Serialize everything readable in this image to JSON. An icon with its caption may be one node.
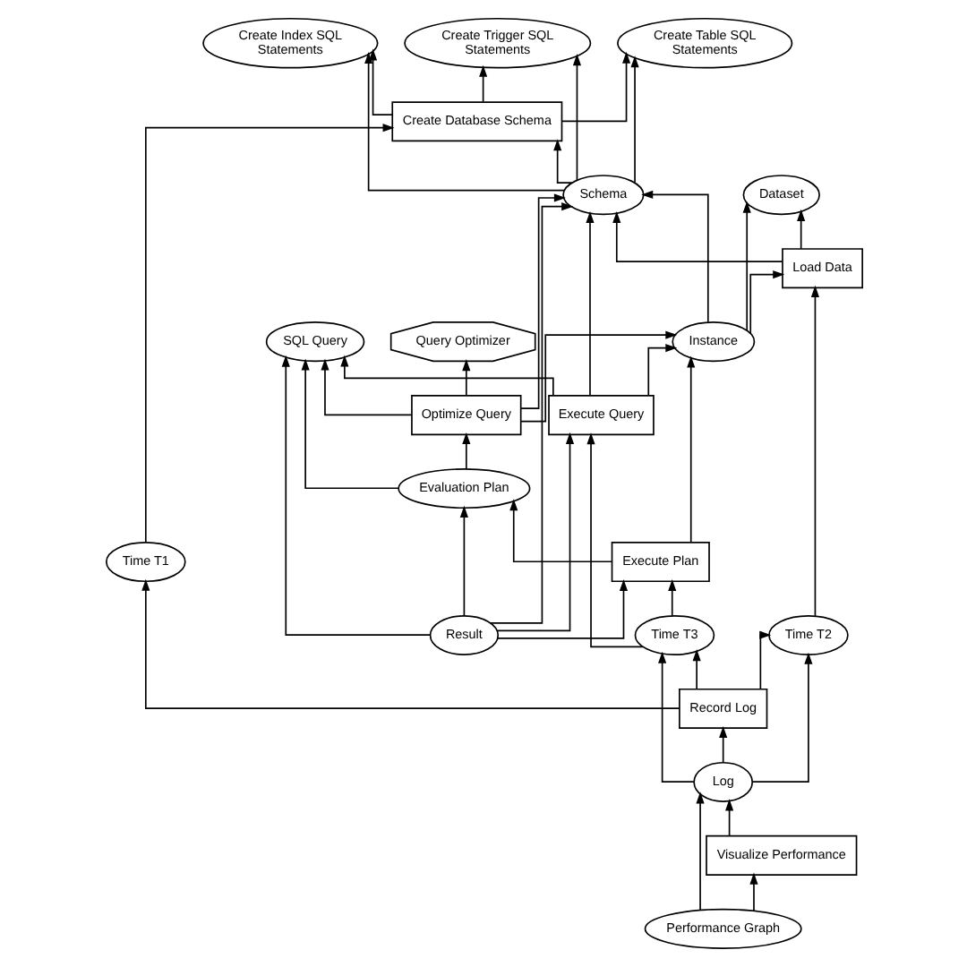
{
  "diagram": {
    "nodes": [
      {
        "text": [
          "Create Table SQL Statements"
        ]
      },
      {
        "text": [
          "Create Index SQL Statements"
        ]
      },
      {
        "text": [
          "Create Trigger SQL Statements"
        ]
      },
      {
        "text": [
          "Create Database Schema"
        ]
      },
      {
        "text": [
          "Time T1"
        ]
      },
      {
        "text": [
          "Schema"
        ]
      },
      {
        "text": [
          "Record Log"
        ]
      },
      {
        "text": [
          "Dataset"
        ]
      },
      {
        "text": [
          "Load Data"
        ]
      },
      {
        "text": [
          "Time T2"
        ]
      },
      {
        "text": [
          "Instance"
        ]
      },
      {
        "text": [
          "SQL Query"
        ]
      },
      {
        "text": [
          "Query Optimizer"
        ]
      },
      {
        "text": [
          "Optimize Query"
        ]
      },
      {
        "text": [
          "Log"
        ]
      },
      {
        "text": [
          "Evaluation Plan"
        ]
      },
      {
        "text": [
          "Execute Query"
        ]
      },
      {
        "text": [
          "Execute Plan"
        ]
      },
      {
        "text": [
          "Visualize Performance"
        ]
      },
      {
        "text": [
          "Time T3"
        ]
      },
      {
        "text": [
          "Result"
        ]
      },
      {
        "text": [
          "Performance Graph"
        ]
      }
    ],
    "edges": [
      {
        "from": 3,
        "to": 0,
        "arrow": "to"
      },
      {
        "from": 3,
        "to": 1,
        "arrow": "to"
      },
      {
        "from": 3,
        "to": 2,
        "arrow": "to"
      },
      {
        "from": 5,
        "to": 3,
        "arrow": "to"
      },
      {
        "from": 4,
        "to": 3,
        "arrow": "to"
      },
      {
        "from": 5,
        "to": 0,
        "arrow": "to"
      },
      {
        "from": 5,
        "to": 1,
        "arrow": "to"
      },
      {
        "from": 5,
        "to": 2,
        "arrow": "to"
      },
      {
        "from": 6,
        "to": 4,
        "arrow": "to"
      },
      {
        "from": 13,
        "to": 5,
        "arrow": "to"
      },
      {
        "from": 8,
        "to": 5,
        "arrow": "to"
      },
      {
        "from": 10,
        "to": 5,
        "arrow": "to"
      },
      {
        "from": 16,
        "to": 5,
        "arrow": "to"
      },
      {
        "from": 20,
        "to": 5,
        "arrow": "to"
      },
      {
        "from": 8,
        "to": 7,
        "arrow": "to"
      },
      {
        "from": 10,
        "to": 7,
        "arrow": "to"
      },
      {
        "from": 6,
        "to": 9,
        "arrow": "to"
      },
      {
        "from": 14,
        "to": 9,
        "arrow": "to"
      },
      {
        "from": 9,
        "to": 8,
        "arrow": "to"
      },
      {
        "from": 10,
        "to": 8,
        "arrow": "to"
      },
      {
        "from": 13,
        "to": 10,
        "arrow": "to"
      },
      {
        "from": 16,
        "to": 10,
        "arrow": "to"
      },
      {
        "from": 17,
        "to": 10,
        "arrow": "to"
      },
      {
        "from": 13,
        "to": 12,
        "arrow": "to"
      },
      {
        "from": 13,
        "to": 11,
        "arrow": "to"
      },
      {
        "from": 15,
        "to": 11,
        "arrow": "to"
      },
      {
        "from": 16,
        "to": 11,
        "arrow": "to"
      },
      {
        "from": 20,
        "to": 11,
        "arrow": "to"
      },
      {
        "from": 15,
        "to": 13,
        "arrow": "to"
      },
      {
        "from": 14,
        "to": 6,
        "arrow": "to"
      },
      {
        "from": 17,
        "to": 15,
        "arrow": "to"
      },
      {
        "from": 20,
        "to": 15,
        "arrow": "to"
      },
      {
        "from": 20,
        "to": 16,
        "arrow": "to"
      },
      {
        "from": 19,
        "to": 16,
        "arrow": "to"
      },
      {
        "from": 19,
        "to": 17,
        "arrow": "to"
      },
      {
        "from": 20,
        "to": 17,
        "arrow": "to"
      },
      {
        "from": 18,
        "to": 14,
        "arrow": "to"
      },
      {
        "from": 21,
        "to": 14,
        "arrow": "to"
      },
      {
        "from": 6,
        "to": 19,
        "arrow": "to"
      },
      {
        "from": 14,
        "to": 19,
        "arrow": "to"
      },
      {
        "from": 21,
        "to": 18,
        "arrow": "to"
      }
    ]
  }
}
